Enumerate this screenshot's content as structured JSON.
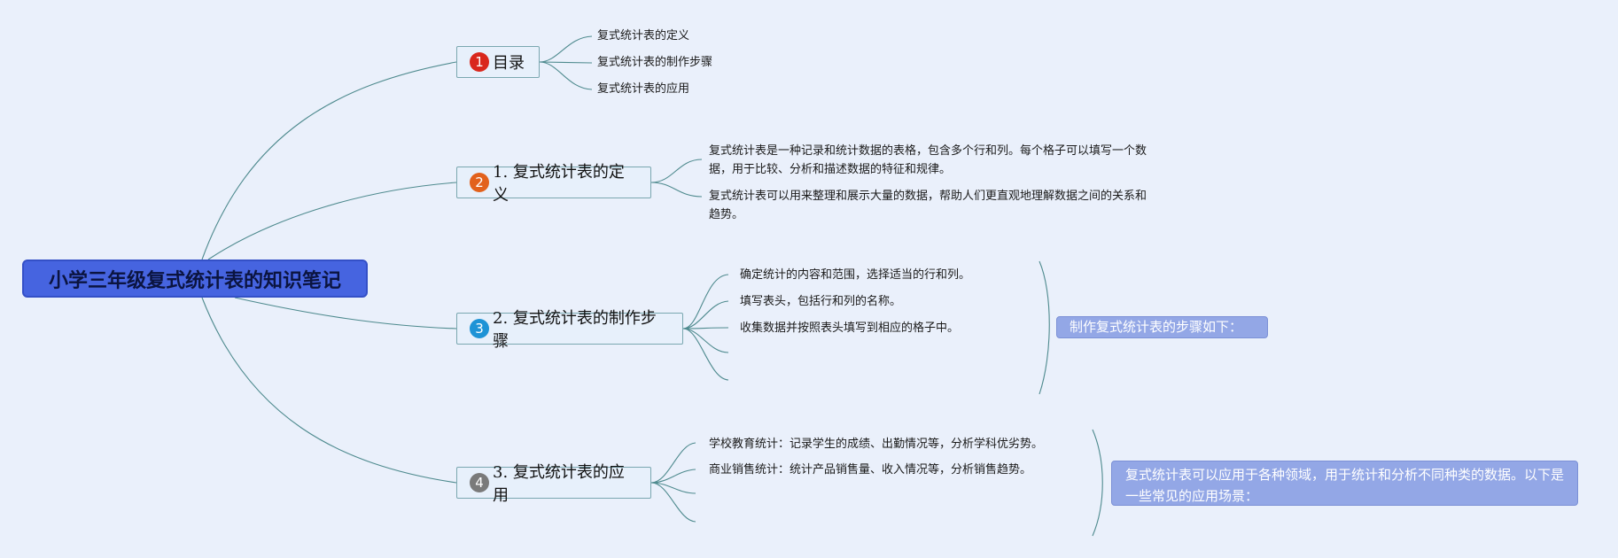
{
  "colors": {
    "background": "#eaf0fb",
    "root_fill": "#4664e0",
    "connector": "#4e8a8e",
    "summary_fill": "#93a7e6",
    "badge_1": "#d9271c",
    "badge_2": "#e2611c",
    "badge_3": "#1e93d6",
    "badge_4": "#7a7a7a"
  },
  "root": {
    "label": "小学三年级复式统计表的知识笔记"
  },
  "branches": [
    {
      "marker": "1",
      "label": "目录",
      "children": [
        "复式统计表的定义",
        "复式统计表的制作步骤",
        "复式统计表的应用"
      ]
    },
    {
      "marker": "2",
      "label": "1. 复式统计表的定义",
      "children": [
        "复式统计表是一种记录和统计数据的表格，包含多个行和列。每个格子可以填写一个数据，用于比较、分析和描述数据的特征和规律。",
        "复式统计表可以用来整理和展示大量的数据，帮助人们更直观地理解数据之间的关系和趋势。"
      ]
    },
    {
      "marker": "3",
      "label": "2. 复式统计表的制作步骤",
      "children": [
        "确定统计的内容和范围，选择适当的行和列。",
        "填写表头，包括行和列的名称。",
        "收集数据并按照表头填写到相应的格子中。",
        "",
        ""
      ],
      "summary": "制作复式统计表的步骤如下："
    },
    {
      "marker": "4",
      "label": "3. 复式统计表的应用",
      "children": [
        "学校教育统计：记录学生的成绩、出勤情况等，分析学科优劣势。",
        "商业销售统计：统计产品销售量、收入情况等，分析销售趋势。",
        "",
        ""
      ],
      "summary": "复式统计表可以应用于各种领域，用于统计和分析不同种类的数据。以下是一些常见的应用场景："
    }
  ]
}
